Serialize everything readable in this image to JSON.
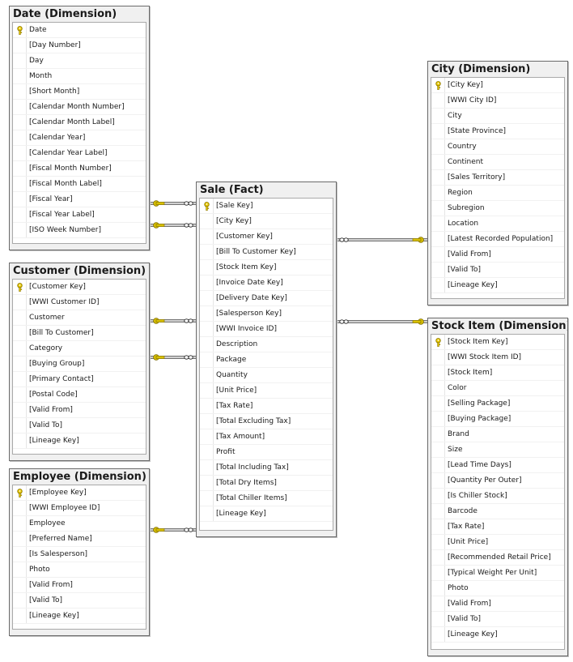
{
  "diagram": {
    "tables": [
      {
        "id": "date",
        "title": "Date (Dimension)",
        "columns": [
          {
            "name": "Date",
            "primary_key": true
          },
          {
            "name": "[Day Number]"
          },
          {
            "name": "Day"
          },
          {
            "name": "Month"
          },
          {
            "name": "[Short Month]"
          },
          {
            "name": "[Calendar Month Number]"
          },
          {
            "name": "[Calendar Month Label]"
          },
          {
            "name": "[Calendar Year]"
          },
          {
            "name": "[Calendar Year Label]"
          },
          {
            "name": "[Fiscal Month Number]"
          },
          {
            "name": "[Fiscal Month Label]"
          },
          {
            "name": "[Fiscal Year]"
          },
          {
            "name": "[Fiscal Year Label]"
          },
          {
            "name": "[ISO Week Number]"
          }
        ]
      },
      {
        "id": "customer",
        "title": "Customer (Dimension)",
        "columns": [
          {
            "name": "[Customer Key]",
            "primary_key": true
          },
          {
            "name": "[WWI Customer ID]"
          },
          {
            "name": "Customer"
          },
          {
            "name": "[Bill To Customer]"
          },
          {
            "name": "Category"
          },
          {
            "name": "[Buying Group]"
          },
          {
            "name": "[Primary Contact]"
          },
          {
            "name": "[Postal Code]"
          },
          {
            "name": "[Valid From]"
          },
          {
            "name": "[Valid To]"
          },
          {
            "name": "[Lineage Key]"
          }
        ]
      },
      {
        "id": "employee",
        "title": "Employee (Dimension)",
        "columns": [
          {
            "name": "[Employee Key]",
            "primary_key": true
          },
          {
            "name": "[WWI Employee ID]"
          },
          {
            "name": "Employee"
          },
          {
            "name": "[Preferred Name]"
          },
          {
            "name": "[Is Salesperson]"
          },
          {
            "name": "Photo"
          },
          {
            "name": "[Valid From]"
          },
          {
            "name": "[Valid To]"
          },
          {
            "name": "[Lineage Key]"
          }
        ]
      },
      {
        "id": "sale",
        "title": "Sale (Fact)",
        "columns": [
          {
            "name": "[Sale Key]",
            "primary_key": true
          },
          {
            "name": "[City Key]"
          },
          {
            "name": "[Customer Key]"
          },
          {
            "name": "[Bill To Customer Key]"
          },
          {
            "name": "[Stock Item Key]"
          },
          {
            "name": "[Invoice Date Key]"
          },
          {
            "name": "[Delivery Date Key]"
          },
          {
            "name": "[Salesperson Key]"
          },
          {
            "name": "[WWI Invoice ID]"
          },
          {
            "name": "Description"
          },
          {
            "name": "Package"
          },
          {
            "name": "Quantity"
          },
          {
            "name": "[Unit Price]"
          },
          {
            "name": "[Tax Rate]"
          },
          {
            "name": "[Total Excluding Tax]"
          },
          {
            "name": "[Tax Amount]"
          },
          {
            "name": "Profit"
          },
          {
            "name": "[Total Including Tax]"
          },
          {
            "name": "[Total Dry Items]"
          },
          {
            "name": "[Total Chiller Items]"
          },
          {
            "name": "[Lineage Key]"
          }
        ]
      },
      {
        "id": "city",
        "title": "City (Dimension)",
        "columns": [
          {
            "name": "[City Key]",
            "primary_key": true
          },
          {
            "name": "[WWI City ID]"
          },
          {
            "name": "City"
          },
          {
            "name": "[State Province]"
          },
          {
            "name": "Country"
          },
          {
            "name": "Continent"
          },
          {
            "name": "[Sales Territory]"
          },
          {
            "name": "Region"
          },
          {
            "name": "Subregion"
          },
          {
            "name": "Location"
          },
          {
            "name": "[Latest Recorded Population]"
          },
          {
            "name": "[Valid From]"
          },
          {
            "name": "[Valid To]"
          },
          {
            "name": "[Lineage Key]"
          }
        ]
      },
      {
        "id": "stock_item",
        "title": "Stock Item (Dimension)",
        "columns": [
          {
            "name": "[Stock Item Key]",
            "primary_key": true
          },
          {
            "name": "[WWI Stock Item ID]"
          },
          {
            "name": "[Stock Item]"
          },
          {
            "name": "Color"
          },
          {
            "name": "[Selling Package]"
          },
          {
            "name": "[Buying Package]"
          },
          {
            "name": "Brand"
          },
          {
            "name": "Size"
          },
          {
            "name": "[Lead Time Days]"
          },
          {
            "name": "[Quantity Per Outer]"
          },
          {
            "name": "[Is Chiller Stock]"
          },
          {
            "name": "Barcode"
          },
          {
            "name": "[Tax Rate]"
          },
          {
            "name": "[Unit Price]"
          },
          {
            "name": "[Recommended Retail Price]"
          },
          {
            "name": "[Typical Weight Per Unit]"
          },
          {
            "name": "Photo"
          },
          {
            "name": "[Valid From]"
          },
          {
            "name": "[Valid To]"
          },
          {
            "name": "[Lineage Key]"
          }
        ]
      }
    ],
    "relationships": [
      {
        "from": "date",
        "to": "sale",
        "one_end": "date",
        "many_end": "sale"
      },
      {
        "from": "date",
        "to": "sale",
        "one_end": "date",
        "many_end": "sale"
      },
      {
        "from": "customer",
        "to": "sale",
        "one_end": "customer",
        "many_end": "sale"
      },
      {
        "from": "customer",
        "to": "sale",
        "one_end": "customer",
        "many_end": "sale"
      },
      {
        "from": "employee",
        "to": "sale",
        "one_end": "employee",
        "many_end": "sale"
      },
      {
        "from": "city",
        "to": "sale",
        "one_end": "city",
        "many_end": "sale"
      },
      {
        "from": "stock_item",
        "to": "sale",
        "one_end": "stock_item",
        "many_end": "sale"
      }
    ],
    "colors": {
      "key_icon": "#e8c800",
      "connector_key": "#d9c100",
      "connector_line": "#444444"
    }
  }
}
